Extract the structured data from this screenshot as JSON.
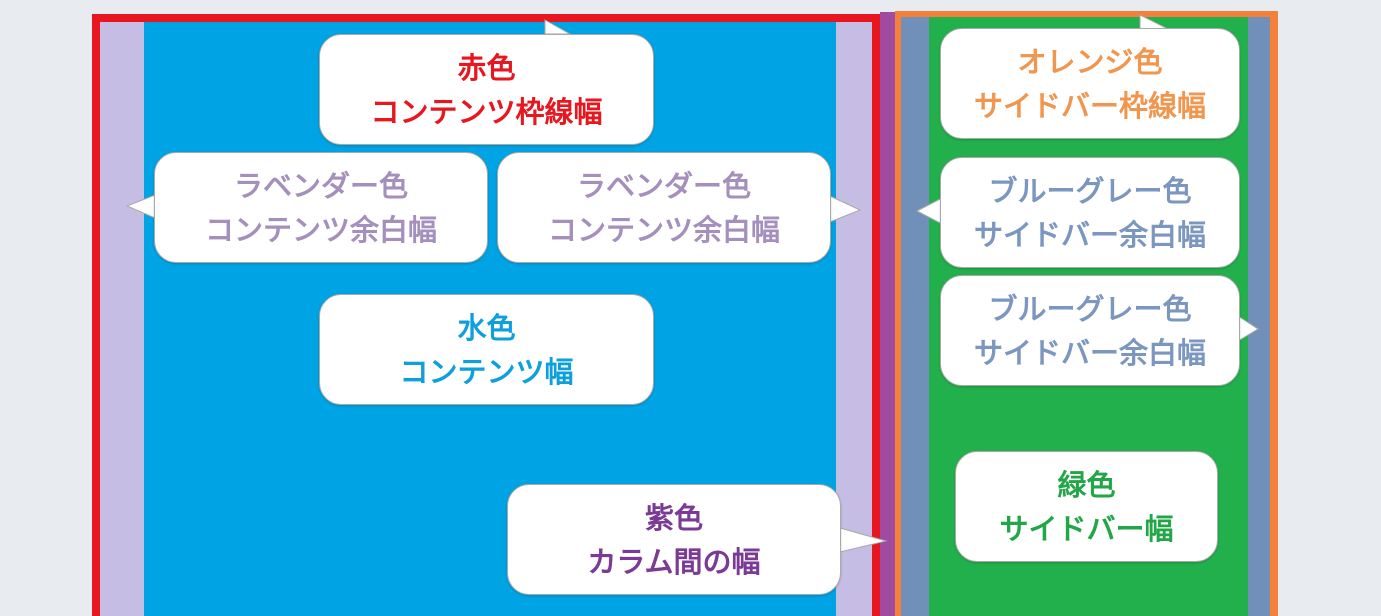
{
  "colors": {
    "page_bg": "#e8ecf0",
    "red": "#e8161e",
    "lavender": "#c5bde3",
    "aqua": "#00a3e4",
    "purple": "#a04aa0",
    "orange": "#f5803a",
    "bluegray": "#7090ba",
    "green": "#22b04c"
  },
  "bubbles": {
    "content_border": {
      "line1": "赤色",
      "line2": "コンテンツ枠線幅",
      "color": "#e8161e"
    },
    "content_padding_left": {
      "line1": "ラベンダー色",
      "line2": "コンテンツ余白幅",
      "color": "#a48fbd"
    },
    "content_padding_right": {
      "line1": "ラベンダー色",
      "line2": "コンテンツ余白幅",
      "color": "#a48fbd"
    },
    "content_width": {
      "line1": "水色",
      "line2": "コンテンツ幅",
      "color": "#0ea0dc"
    },
    "column_gap": {
      "line1": "紫色",
      "line2": "カラム間の幅",
      "color": "#7a3a95"
    },
    "sidebar_border": {
      "line1": "オレンジ色",
      "line2": "サイドバー枠線幅",
      "color": "#f1964f"
    },
    "sidebar_padding_left": {
      "line1": "ブルーグレー色",
      "line2": "サイドバー余白幅",
      "color": "#7b97bf"
    },
    "sidebar_padding_right": {
      "line1": "ブルーグレー色",
      "line2": "サイドバー余白幅",
      "color": "#7b97bf"
    },
    "sidebar_width": {
      "line1": "緑色",
      "line2": "サイドバー幅",
      "color": "#22a648"
    }
  }
}
